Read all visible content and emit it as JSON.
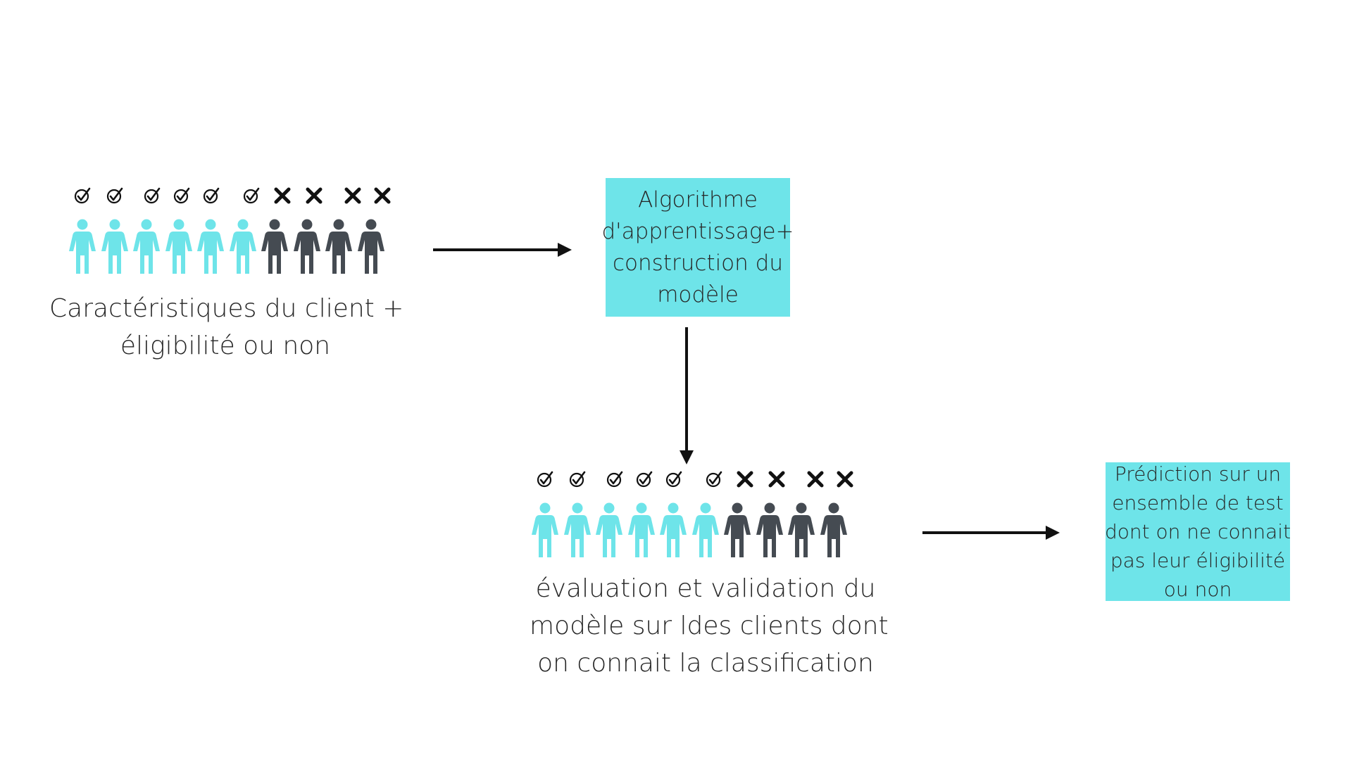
{
  "colors": {
    "eligible": "#6ee4e9",
    "not_eligible": "#454b52",
    "box_fill": "#6ee4e9",
    "arrow": "#111111"
  },
  "icons": {
    "eligible_mark": "circled-check-icon",
    "not_eligible_mark": "x-cross-icon",
    "person": "person-icon"
  },
  "population": [
    {
      "status": "eligible"
    },
    {
      "status": "eligible"
    },
    {
      "status": "eligible"
    },
    {
      "status": "eligible"
    },
    {
      "status": "eligible"
    },
    {
      "status": "eligible"
    },
    {
      "status": "not_eligible"
    },
    {
      "status": "not_eligible"
    },
    {
      "status": "not_eligible"
    },
    {
      "status": "not_eligible"
    }
  ],
  "training_group": {
    "caption_line1": "Caractéristiques du client +",
    "caption_line2": "éligibilité ou non"
  },
  "algorithm_box": {
    "line1": "Algorithme",
    "line2": "d'apprentissage+",
    "line3": "construction du",
    "line4": "modèle"
  },
  "validation_group": {
    "caption_line1": "évaluation et validation du",
    "caption_line2": "modèle sur ldes clients dont",
    "caption_line3": "on connait la classification"
  },
  "prediction_box": {
    "line1": "Prédiction sur un",
    "line2": "ensemble de test",
    "line3": "dont on ne connait",
    "line4": "pas leur éligibilité",
    "line5": "ou non"
  }
}
